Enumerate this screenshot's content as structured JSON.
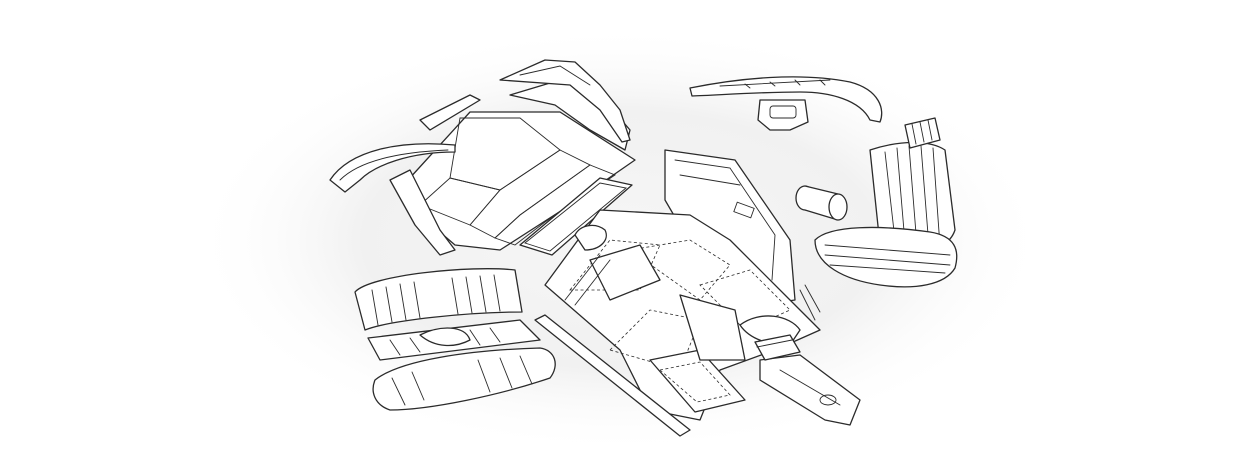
{
  "figure": {
    "background": "#ffffff",
    "halo_color": "#ececec",
    "line_color": "#2b2b2b",
    "style": "exploded line drawing of car interior trim parts",
    "parts": [
      {
        "id": "rear-deck-panels"
      },
      {
        "id": "rear-quarter-trim-left"
      },
      {
        "id": "rear-quarter-trim-right"
      },
      {
        "id": "dashboard-top"
      },
      {
        "id": "dash-center-vent"
      },
      {
        "id": "front-seat"
      },
      {
        "id": "headrest"
      },
      {
        "id": "headrest-spare"
      },
      {
        "id": "door-panel"
      },
      {
        "id": "floor-carpet-set"
      },
      {
        "id": "rear-bench-seat"
      },
      {
        "id": "center-console"
      },
      {
        "id": "sill-trim-strip"
      },
      {
        "id": "armrest"
      }
    ]
  }
}
